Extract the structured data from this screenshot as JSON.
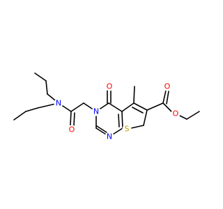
{
  "molecule": {
    "atoms": {
      "n_amine": "N",
      "o_amide": "O",
      "n_ring": "N",
      "o_ketone": "O",
      "n_pyrimidine": "N",
      "s_thiophene": "S",
      "o_ester_carbonyl": "O",
      "o_ester_ether": "O"
    },
    "colors": {
      "bond": "#000000",
      "nitrogen": "#0000ff",
      "oxygen": "#ff0000",
      "sulfur": "#b8a200"
    }
  }
}
